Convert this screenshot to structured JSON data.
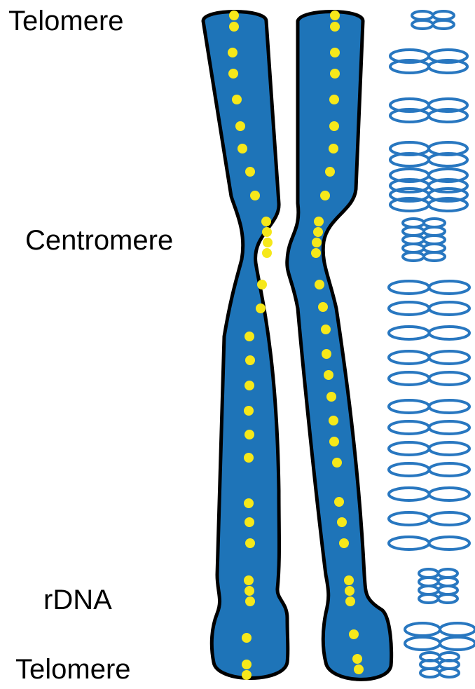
{
  "labels": {
    "telomere_top": "Telomere",
    "centromere": "Centromere",
    "rdna": "rDNA",
    "telomere_bottom": "Telomere"
  },
  "colors": {
    "chromatid_fill": "#1e74b8",
    "chromatid_outline": "#000000",
    "dot": "#f6e81a",
    "nucleosome_ring": "#2877c0"
  },
  "icons": [
    "chromosome-icon",
    "dna-dot-marker",
    "nucleosome-ring-icon"
  ]
}
